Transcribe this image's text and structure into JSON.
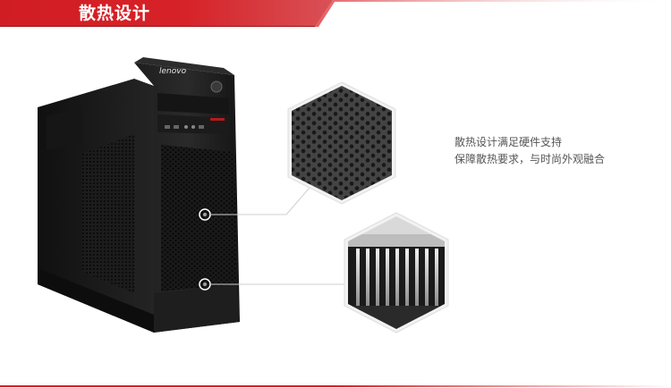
{
  "header": {
    "title": "散热设计",
    "accent_color": "#d91f26"
  },
  "product": {
    "brand_logo": "lenovo"
  },
  "description": {
    "line1": "散热设计满足硬件支持",
    "line2": "保障散热要求，与时尚外观融合"
  },
  "icons": {
    "front_vent_marker": "circle-marker-icon",
    "bottom_vent_marker": "circle-marker-icon"
  }
}
